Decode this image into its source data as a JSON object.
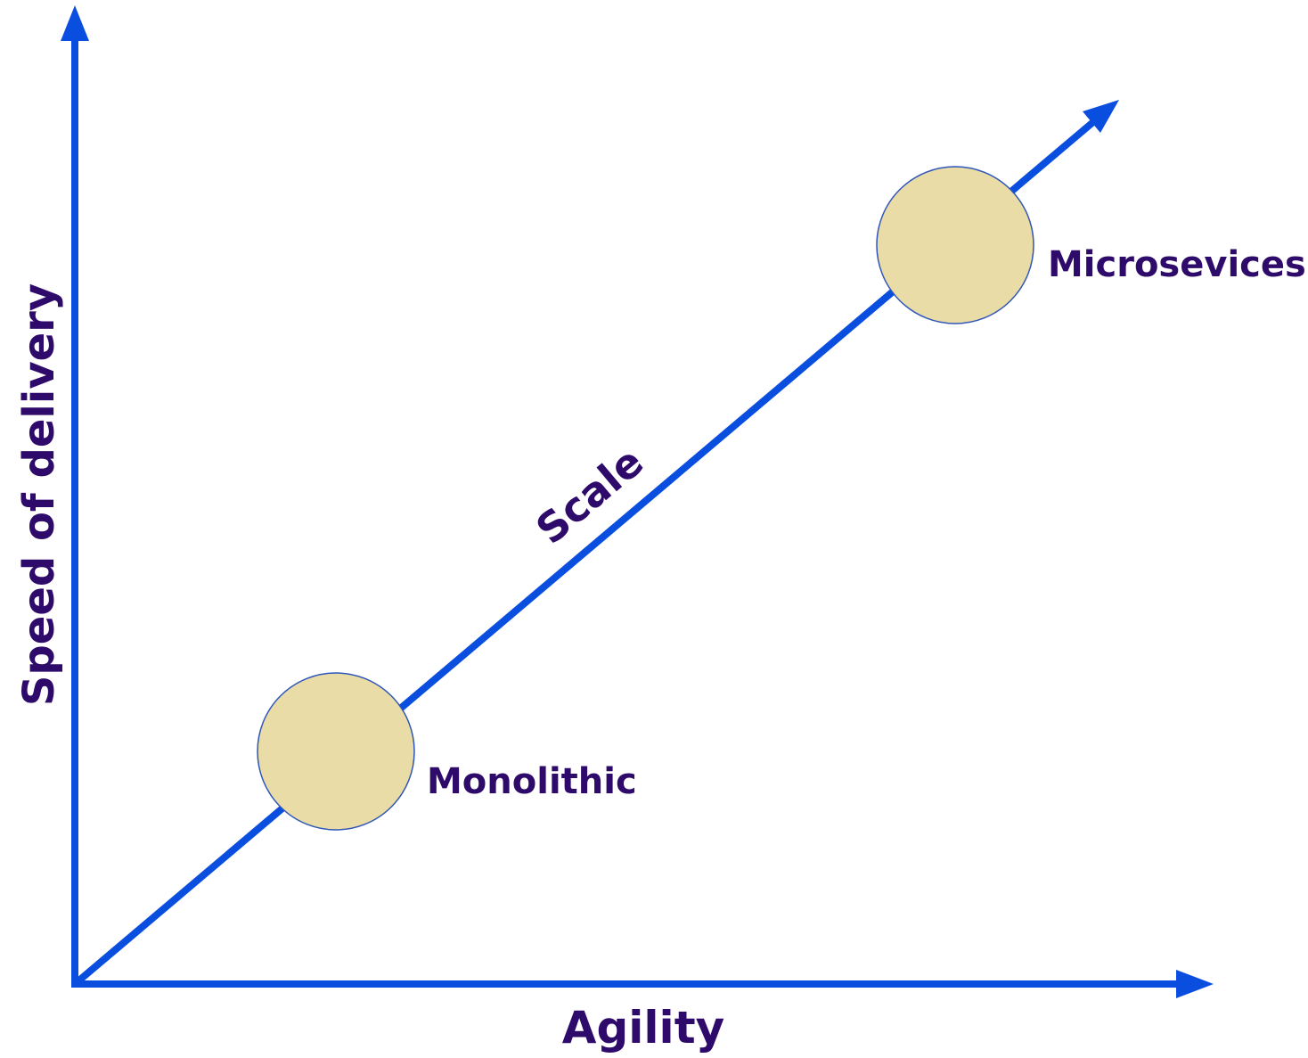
{
  "axes": {
    "x_label": "Agility",
    "y_label": "Speed of delivery"
  },
  "trend": {
    "label": "Scale"
  },
  "nodes": [
    {
      "id": "monolithic",
      "label": "Monolithic"
    },
    {
      "id": "microservices",
      "label": "Microsevices"
    }
  ],
  "colors": {
    "axis": "#0a4ee0",
    "label_text": "#2e0a6b",
    "node_fill": "#e9dca7",
    "node_stroke": "#2f56b8",
    "background": "#ffffff"
  }
}
